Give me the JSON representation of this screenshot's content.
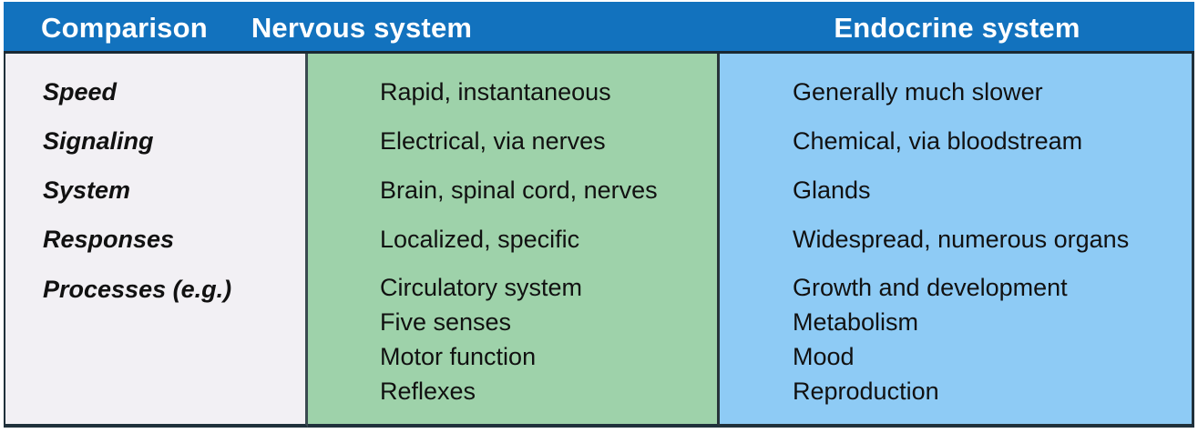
{
  "table": {
    "columns": [
      {
        "key": "comparison",
        "header": "Comparison",
        "bg": "#f2f0f4"
      },
      {
        "key": "nervous",
        "header": "Nervous system",
        "bg": "#9ed2aa"
      },
      {
        "key": "endocrine",
        "header": "Endocrine system",
        "bg": "#8ecbf5"
      }
    ],
    "header_bg": "#1272be",
    "header_text_color": "#ffffff",
    "rows": [
      {
        "label": "Speed",
        "nervous": "Rapid, instantaneous",
        "endocrine": "Generally much slower"
      },
      {
        "label": "Signaling",
        "nervous": "Electrical, via nerves",
        "endocrine": "Chemical, via bloodstream"
      },
      {
        "label": "System",
        "nervous": "Brain, spinal cord, nerves",
        "endocrine": "Glands"
      },
      {
        "label": "Responses",
        "nervous": "Localized, specific",
        "endocrine": "Widespread, numerous organs"
      },
      {
        "label": "Processes (e.g.)",
        "nervous_list": [
          "Circulatory system",
          "Five senses",
          "Motor function",
          "Reflexes"
        ],
        "endocrine_list": [
          "Growth and development",
          "Metabolism",
          "Mood",
          "Reproduction"
        ]
      }
    ]
  }
}
